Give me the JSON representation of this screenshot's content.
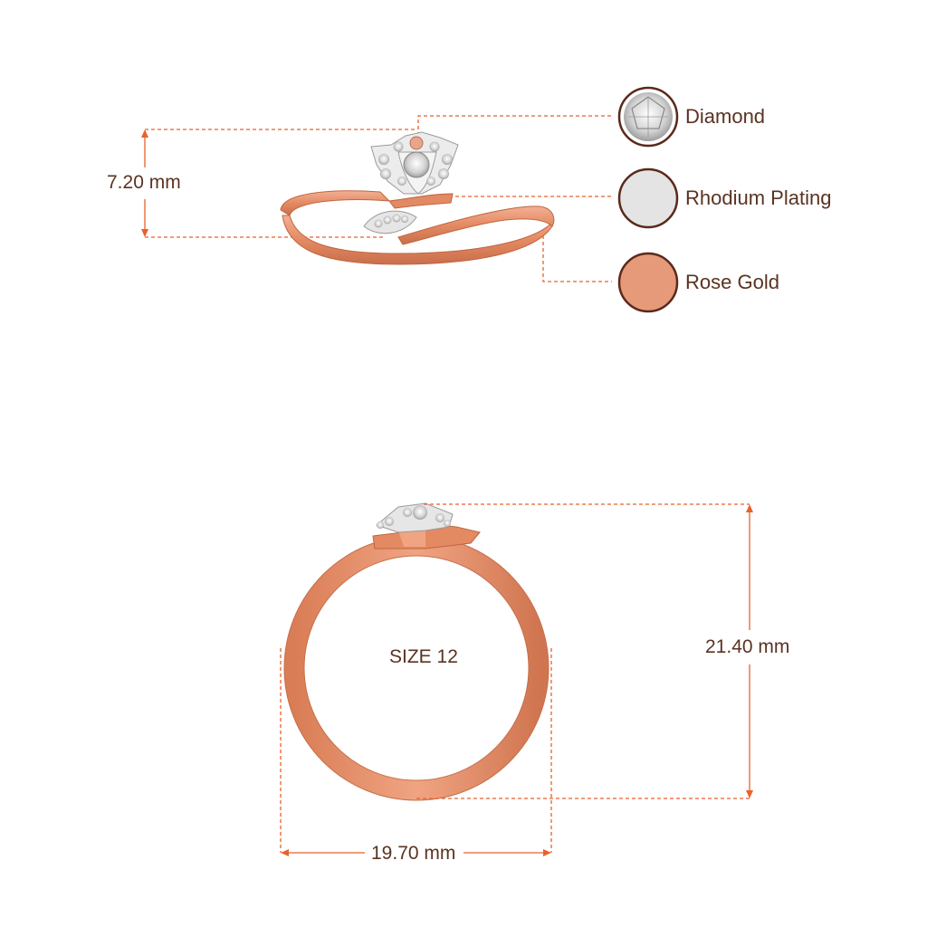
{
  "dimensions": {
    "height_top": "7.20 mm",
    "height_front": "21.40 mm",
    "width_front": "19.70 mm",
    "size": "SIZE 12"
  },
  "legend": [
    {
      "label": "Diamond",
      "swatch": "diamond-icon",
      "color": "#d8d8d8"
    },
    {
      "label": "Rhodium Plating",
      "swatch": "rhodium-swatch",
      "color": "#e4e4e4"
    },
    {
      "label": "Rose Gold",
      "swatch": "rose-gold-swatch",
      "color": "#e79a7a"
    }
  ],
  "colors": {
    "dimension_line": "#e8622c",
    "rose_gold": "#e7956f",
    "rose_gold_dark": "#c9714d",
    "ring_outline": "#5a2a1a",
    "text": "#5a3322"
  }
}
